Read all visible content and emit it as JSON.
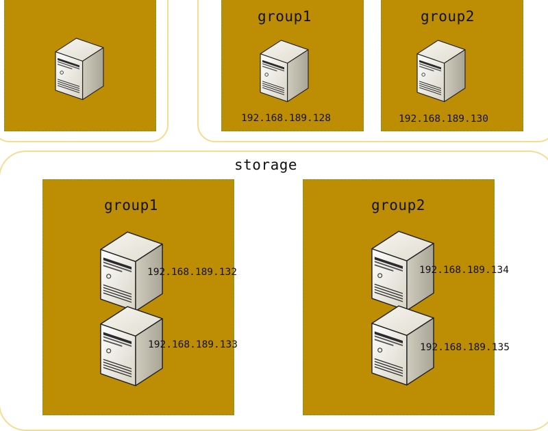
{
  "colors": {
    "group_fill": "#bd8d04",
    "group_border": "#6f9a3a",
    "outer_border": "#f6dc8e"
  },
  "icons": [
    "server-icon"
  ],
  "top_groups": [
    {
      "name": "group1",
      "ip": "192.168.189.128"
    },
    {
      "name": "group2",
      "ip": "192.168.189.130"
    }
  ],
  "storage": {
    "title": "storage",
    "groups": [
      {
        "name": "group1",
        "ips": [
          "192.168.189.132",
          "192.168.189.133"
        ]
      },
      {
        "name": "group2",
        "ips": [
          "192.168.189.134",
          "192.168.189.135"
        ]
      }
    ]
  }
}
